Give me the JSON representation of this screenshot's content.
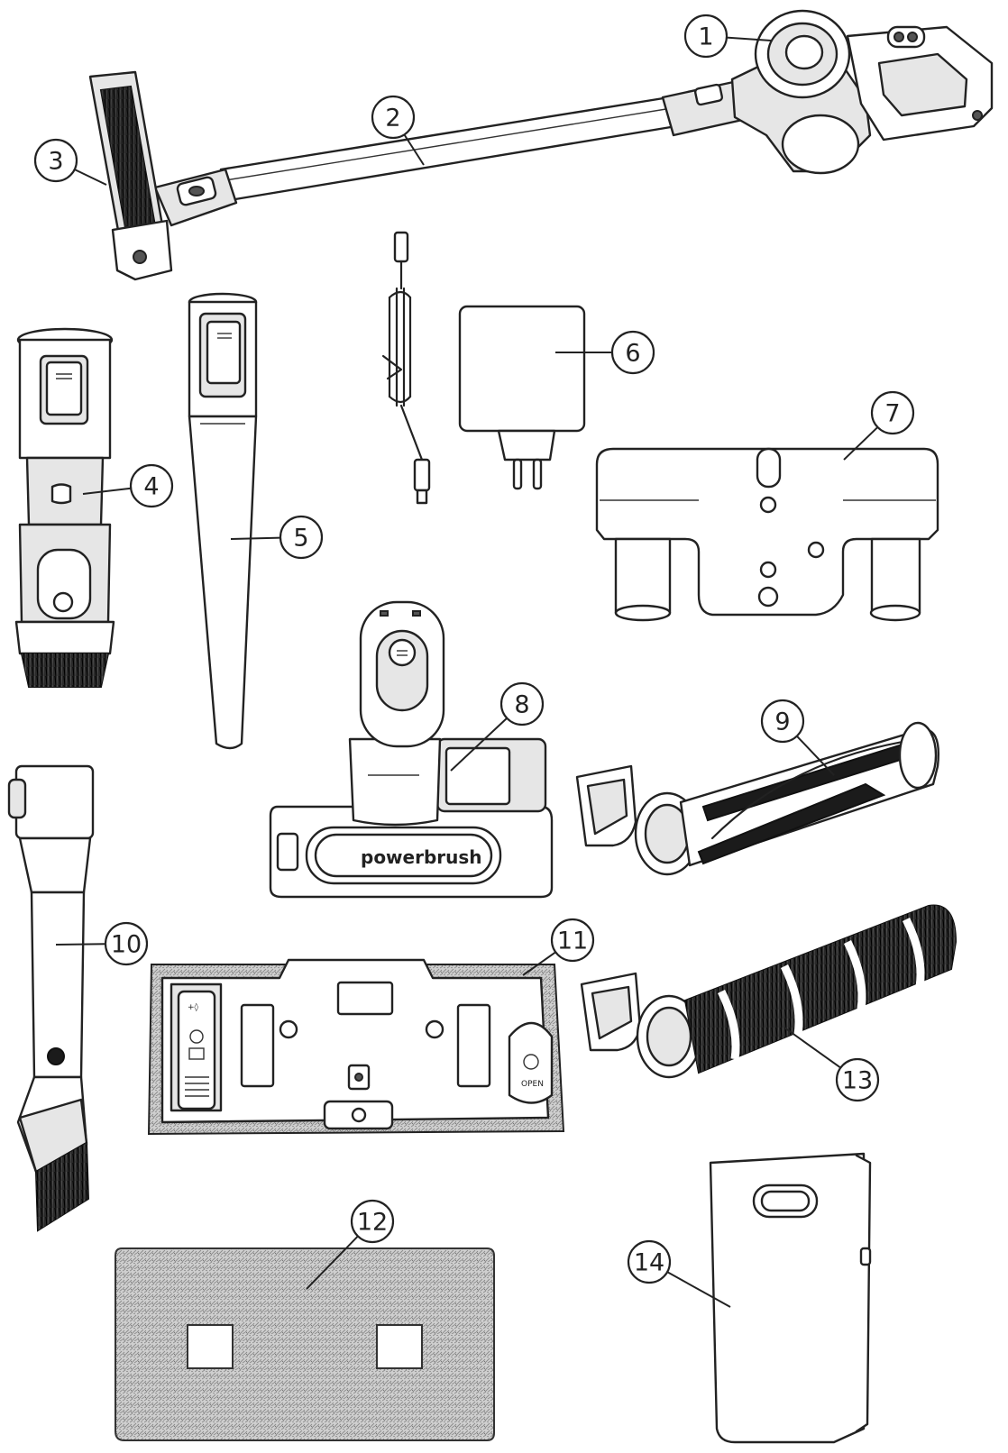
{
  "brand_label": "powerbrush",
  "open_label": "OPEN",
  "callouts": [
    {
      "number": "1"
    },
    {
      "number": "2"
    },
    {
      "number": "3"
    },
    {
      "number": "4"
    },
    {
      "number": "5"
    },
    {
      "number": "6"
    },
    {
      "number": "7"
    },
    {
      "number": "8"
    },
    {
      "number": "9"
    },
    {
      "number": "10"
    },
    {
      "number": "11"
    },
    {
      "number": "12"
    },
    {
      "number": "13"
    },
    {
      "number": "14"
    }
  ]
}
